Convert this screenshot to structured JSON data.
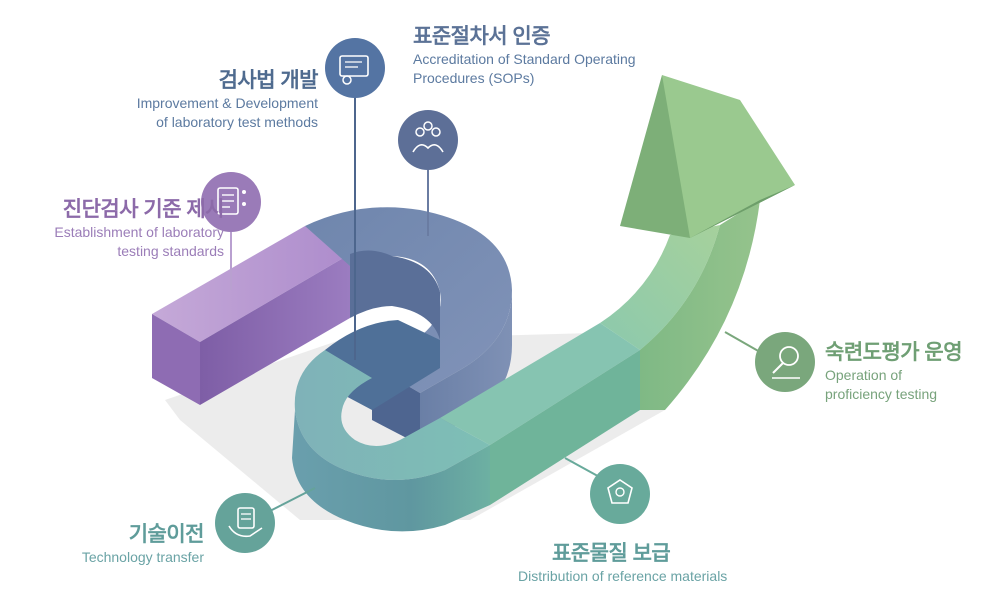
{
  "items": [
    {
      "key": "diagnostic-standards",
      "title": "진단검사 기준 제시",
      "subtitle_lines": [
        "Establishment of laboratory",
        "testing standards"
      ],
      "icon": "document-checklist-icon",
      "color": "#9a7bb8"
    },
    {
      "key": "test-methods",
      "title": "검사법 개발",
      "subtitle_lines": [
        "Improvement & Development",
        "of laboratory test methods"
      ],
      "icon": "certificate-icon",
      "color": "#5474a3"
    },
    {
      "key": "sop-accreditation",
      "title": "표준절차서 인증",
      "subtitle_lines": [
        "Accreditation of Standard Operating",
        "Procedures (SOPs)"
      ],
      "icon": "people-group-icon",
      "color": "#5d6f97"
    },
    {
      "key": "proficiency-testing",
      "title": "숙련도평가 운영",
      "subtitle_lines": [
        "Operation of",
        "proficiency testing"
      ],
      "icon": "magnifier-chart-icon",
      "color": "#7aa77c"
    },
    {
      "key": "reference-materials",
      "title": "표준물질 보급",
      "subtitle_lines": [
        "Distribution of reference materials"
      ],
      "icon": "molecule-icon",
      "color": "#68aa9b"
    },
    {
      "key": "technology-transfer",
      "title": "기술이전",
      "subtitle_lines": [
        "Technology transfer"
      ],
      "icon": "hand-document-icon",
      "color": "#65a39a"
    }
  ]
}
